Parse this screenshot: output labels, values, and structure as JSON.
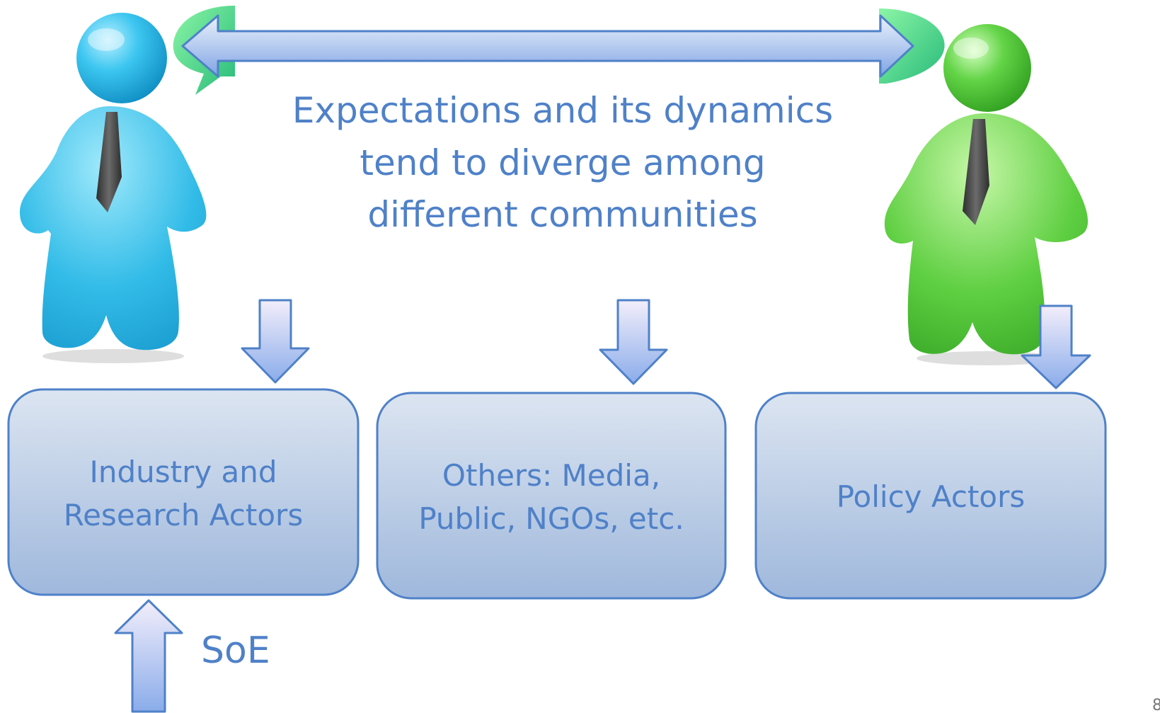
{
  "headline": {
    "lines": [
      "Expectations and its dynamics",
      "tend to diverge among",
      "different communities"
    ]
  },
  "boxes": [
    {
      "id": "industry",
      "lines": [
        "Industry and",
        "Research Actors"
      ]
    },
    {
      "id": "others",
      "lines": [
        "Others: Media,",
        "Public, NGOs, etc."
      ]
    },
    {
      "id": "policy",
      "lines": [
        "Policy Actors"
      ]
    }
  ],
  "soe_label": "SoE",
  "page_number": "8",
  "colors": {
    "text": "#4f81c8",
    "box_border": "#4f81c8",
    "box_fill_top": "#dce5f1",
    "box_fill_bottom": "#9fb8dc",
    "arrow_border": "#4f81c8",
    "arrow_fill_top": "#f3eefb",
    "arrow_fill_bottom": "#8aacea",
    "person_left": "#2ab8e6",
    "person_right": "#52c93a",
    "speech_bubble": "#5fdd86",
    "tie": "#4a4a4a"
  }
}
